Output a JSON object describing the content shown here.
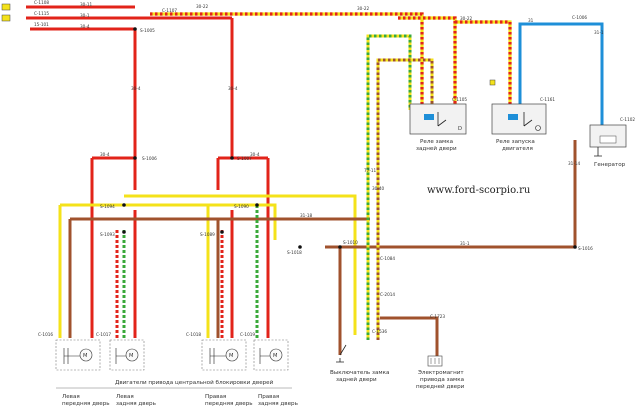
{
  "colors": {
    "red": "#e2231a",
    "yellow": "#f4e21a",
    "brown": "#a0522d",
    "green": "#3aa83a",
    "blue": "#1e8fd8",
    "black": "#222222"
  },
  "top_refs": {
    "c1108": "C-1108",
    "r1": "30-11",
    "r2": "30-1",
    "r3": "30-4",
    "c1107": "C-1107",
    "r4": "30-22",
    "c1115": "C-1115",
    "r5": "15-101",
    "s1005": "S-1005",
    "w3022a": "30-22",
    "w3022b": "30-22",
    "w31": "31",
    "c1006": "C-1006",
    "w31b": "31-1"
  },
  "relays": {
    "rear_door": {
      "label_line1": "Реле замка",
      "label_line2": "задней двери",
      "letter": "D",
      "connector": "C-1105"
    },
    "engine": {
      "label_line1": "Реле запуска",
      "label_line2": "двигателя",
      "connector": "C-1161"
    },
    "generator": {
      "label": "Генератор",
      "connector": "C-1102"
    }
  },
  "mid_labels": {
    "s1006": "S-1006",
    "s1007": "S-1007",
    "w304a": "30-4",
    "w304b": "30-4",
    "w304c": "30-4",
    "w304d": "30-4",
    "w314": "31-14",
    "w77": "77-11",
    "w3040": "30-40",
    "s1094": "S-1094",
    "s1090": "S-1090",
    "s1093": "S-1093",
    "s1089": "S-1089",
    "s1010": "S-1010",
    "s1016": "S-1016",
    "s1018": "S-1018",
    "w311": "31-1",
    "w3118": "31-18",
    "c1084": "C-1084",
    "c2014": "C-2014",
    "c1536": "C-1536",
    "c1723": "C-1723",
    "c1016": "C-1016",
    "c1017": "C-1017",
    "c1018": "C-1018",
    "c1019": "C-1019"
  },
  "watermark": "www.ford-scorpio.ru",
  "bottom": {
    "motors_caption": "Двигатели привода центральной блокировки дверей",
    "front_left_1": "Левая",
    "front_left_2": "передняя дверь",
    "rear_left_1": "Левая",
    "rear_left_2": "задняя дверь",
    "front_right_1": "Правая",
    "front_right_2": "передняя дверь",
    "rear_right_1": "Правая",
    "rear_right_2": "задняя дверь",
    "switch_1": "Выключатель замка",
    "switch_2": "задней двери",
    "magnet_1": "Электромагнит",
    "magnet_2": "привода замка",
    "magnet_3": "передней двери",
    "motor_symbol": "M"
  }
}
